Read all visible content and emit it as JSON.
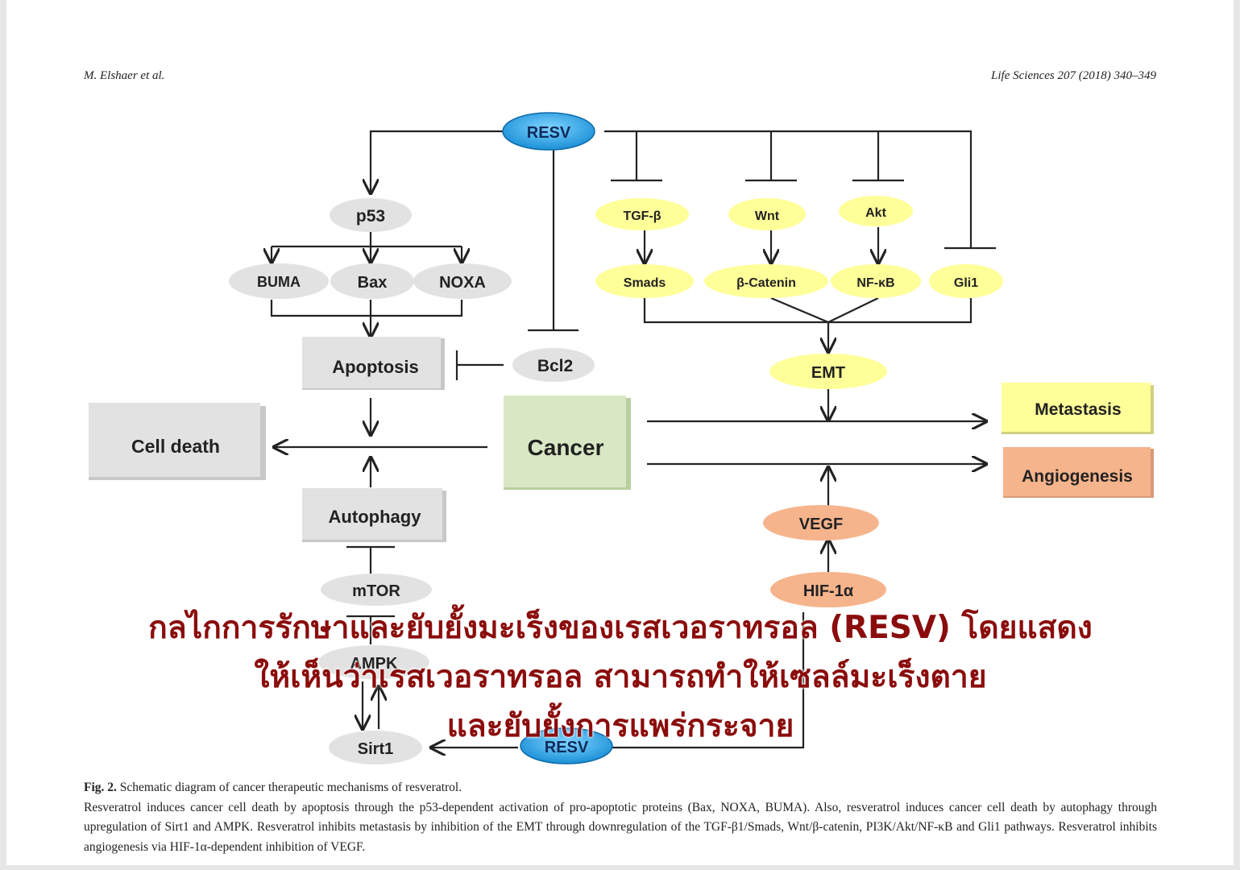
{
  "header": {
    "authors": "M. Elshaer et al.",
    "journal": "Life Sciences 207 (2018) 340–349"
  },
  "nodes": {
    "resv_top": "RESV",
    "p53": "p53",
    "buma": "BUMA",
    "bax": "Bax",
    "noxa": "NOXA",
    "apoptosis": "Apoptosis",
    "bcl2": "Bcl2",
    "cell_death": "Cell death",
    "cancer": "Cancer",
    "autophagy": "Autophagy",
    "mtor": "mTOR",
    "ampk": "AMPK",
    "sirt1": "Sirt1",
    "resv_bottom": "RESV",
    "tgfb": "TGF-β",
    "wnt": "Wnt",
    "akt": "Akt",
    "smads": "Smads",
    "bcatenin": "β-Catenin",
    "nfkb": "NF-κB",
    "gli1": "Gli1",
    "emt": "EMT",
    "metastasis": "Metastasis",
    "angiogenesis": "Angiogenesis",
    "vegf": "VEGF",
    "hif1a": "HIF-1α"
  },
  "colors": {
    "resv": "#1a9de0",
    "grey_node": "#e2e2e2",
    "yellow_node": "#ffff99",
    "orange_node": "#f6b48c",
    "cancer_box": "#d8e8c4",
    "metastasis_box": "#ffff99",
    "angiogenesis_box": "#f6b48c",
    "overlay_text": "#8b0c0c"
  },
  "caption": {
    "label": "Fig. 2.",
    "title": "Schematic diagram of cancer therapeutic mechanisms of resveratrol.",
    "body": "Resveratrol induces cancer cell death by apoptosis through the p53-dependent activation of pro-apoptotic proteins (Bax, NOXA, BUMA). Also, resveratrol induces cancer cell death by autophagy through upregulation of Sirt1 and AMPK. Resveratrol inhibits metastasis by inhibition of the EMT through downregulation of the TGF-β1/Smads, Wnt/β-catenin, PI3K/Akt/NF-κB and Gli1 pathways. Resveratrol inhibits angiogenesis via HIF-1α-dependent inhibition of VEGF."
  },
  "overlay": {
    "line1": "กลไกการรักษาและยับยั้งมะเร็งของเรสเวอราทรอล (RESV) โดยแสดง",
    "line2": "ให้เห็นว่าเรสเวอราทรอล สามารถทำให้เซลล์มะเร็งตาย",
    "line3": "และยับยั้งการแพร่กระจาย"
  }
}
